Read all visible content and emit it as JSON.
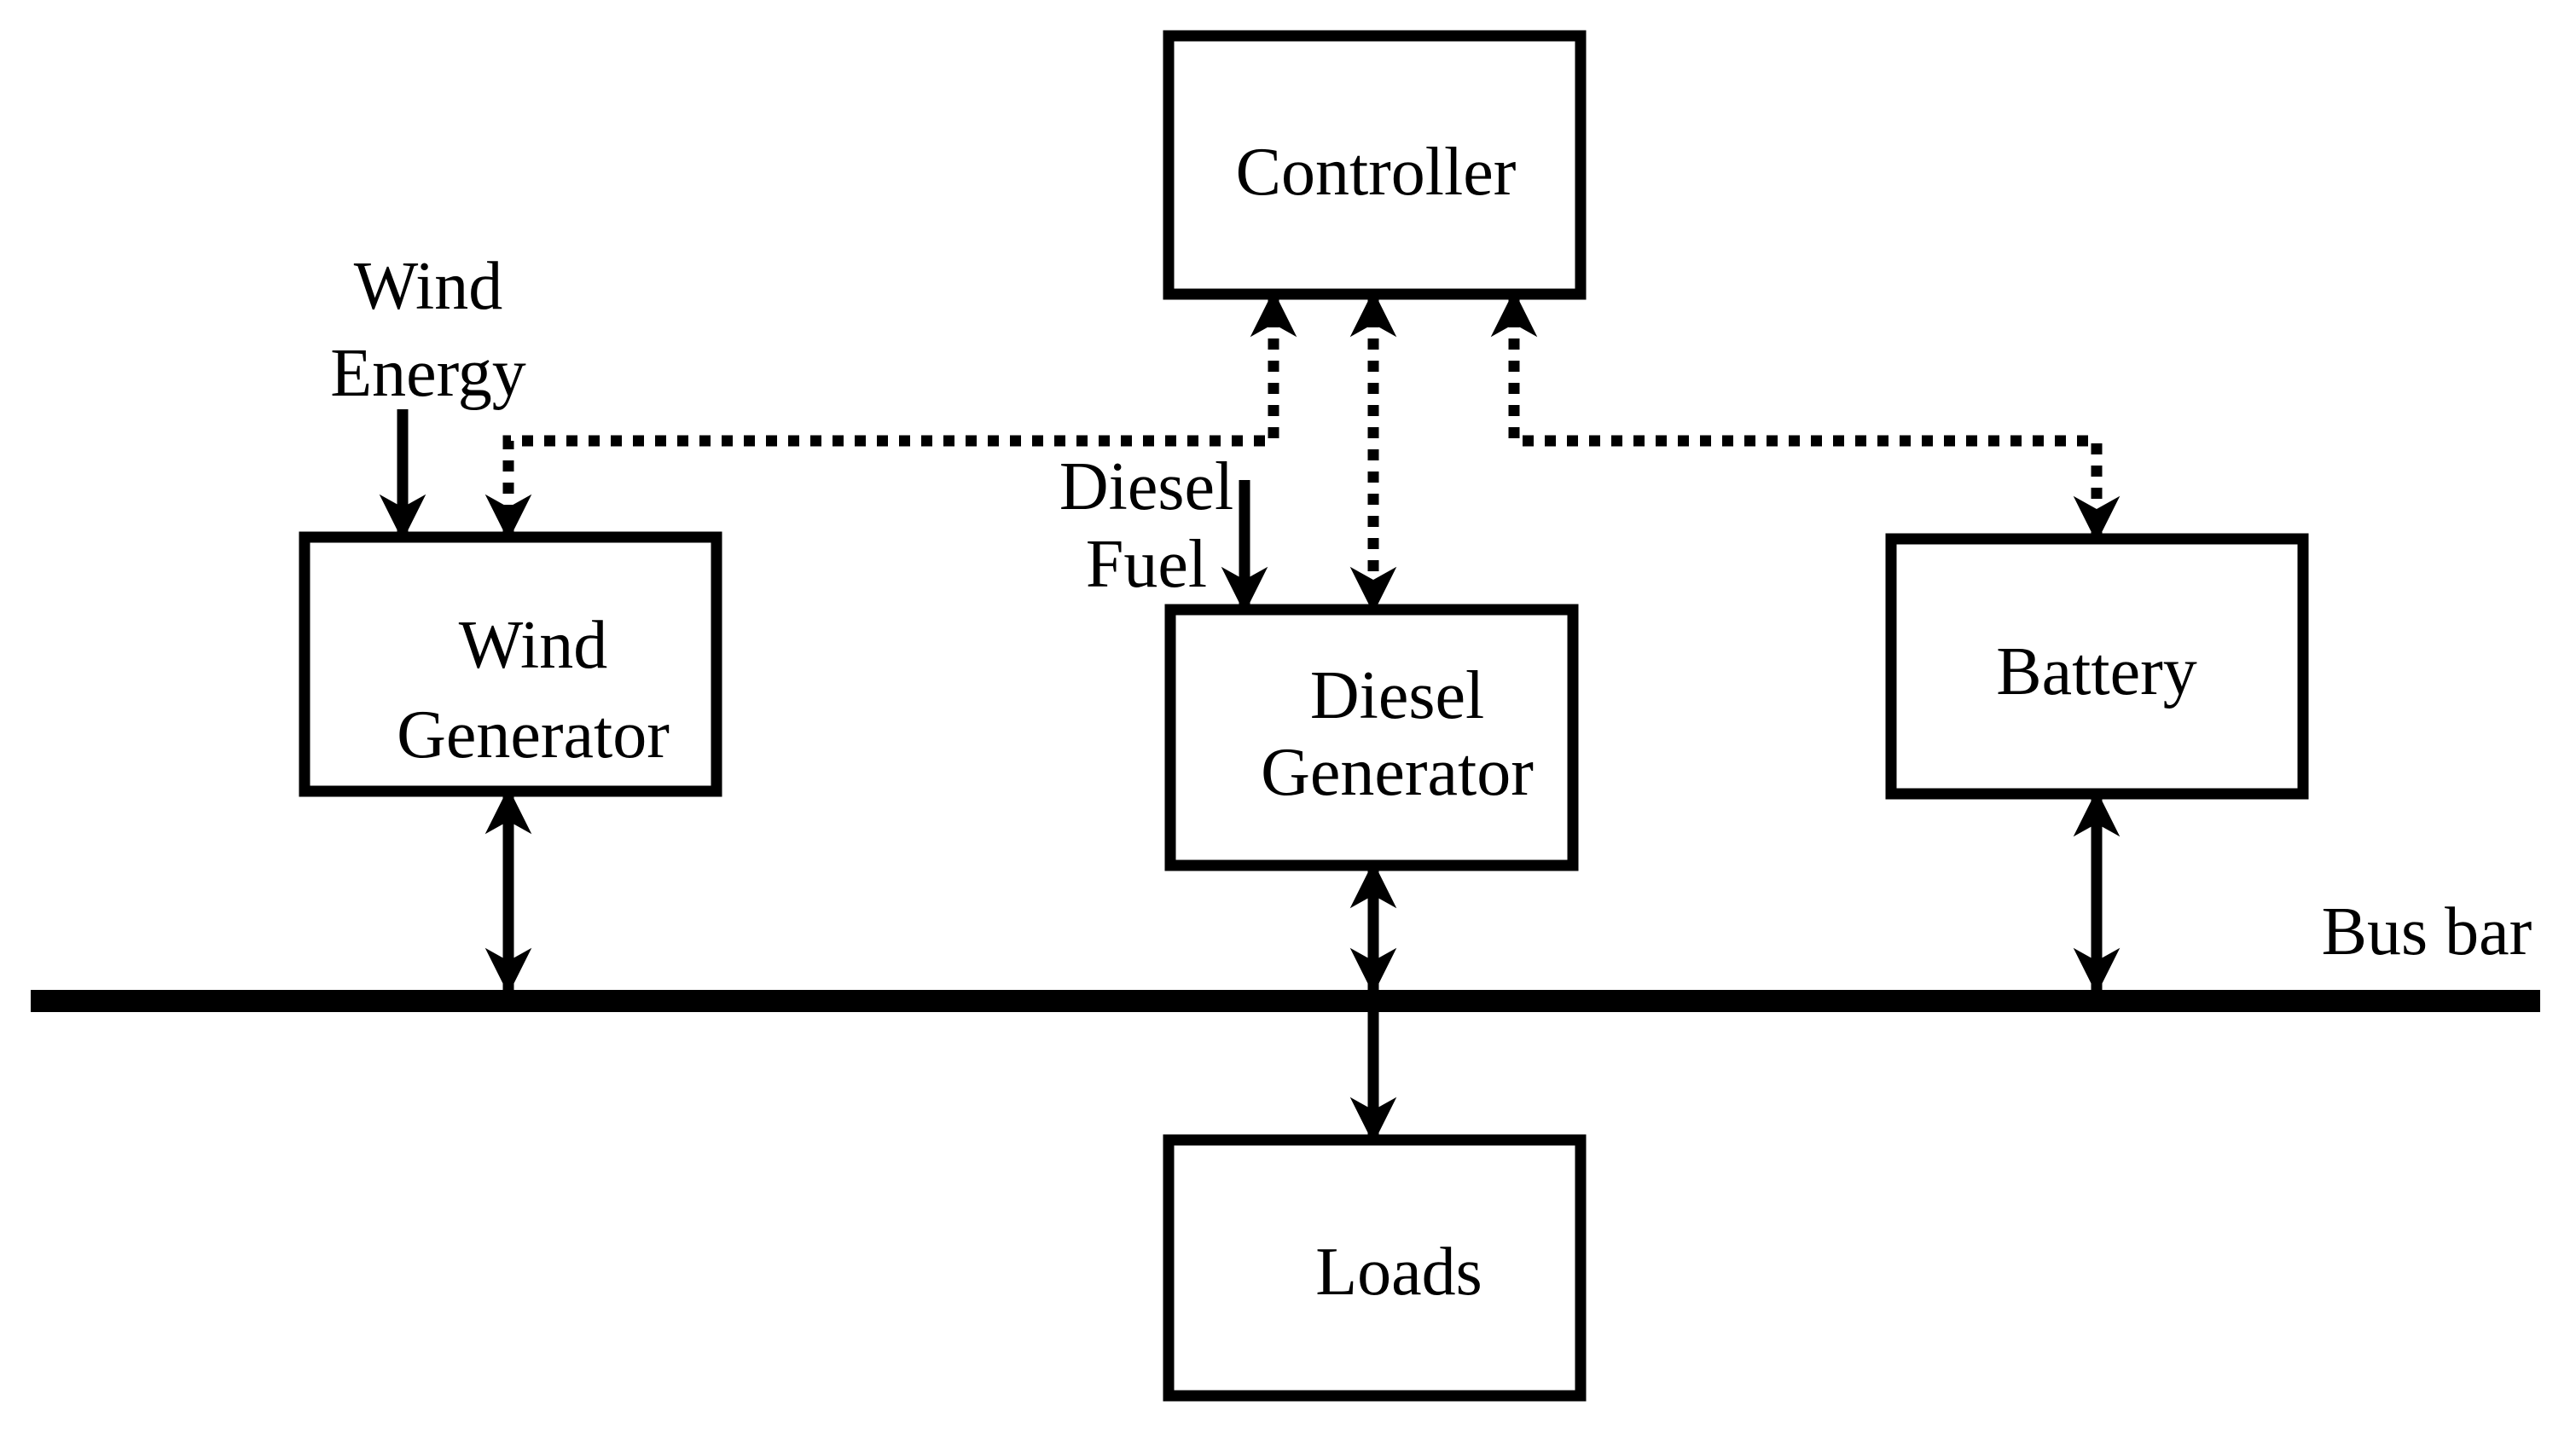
{
  "diagram": {
    "type": "block-diagram",
    "subject": "Hybrid wind-diesel power system with controller, battery storage and bus bar",
    "colors": {
      "line": "#000000",
      "background": "#ffffff"
    },
    "nodes": {
      "controller": {
        "label": "Controller"
      },
      "wind_generator": {
        "line1": "Wind",
        "line2": "Generator"
      },
      "diesel_generator": {
        "line1": "Diesel",
        "line2": "Generator"
      },
      "battery": {
        "label": "Battery"
      },
      "loads": {
        "label": "Loads"
      }
    },
    "annotations": {
      "wind_energy": {
        "line1": "Wind",
        "line2": "Energy"
      },
      "diesel_fuel": {
        "line1": "Diesel",
        "line2": "Fuel"
      },
      "bus_bar": {
        "label": "Bus bar"
      }
    },
    "edges": [
      {
        "from": "controller",
        "to": "wind_generator",
        "style": "dotted",
        "bidirectional": true
      },
      {
        "from": "controller",
        "to": "diesel_generator",
        "style": "dotted",
        "bidirectional": true
      },
      {
        "from": "controller",
        "to": "battery",
        "style": "dotted",
        "bidirectional": true
      },
      {
        "from": "wind_energy",
        "to": "wind_generator",
        "style": "solid",
        "bidirectional": false
      },
      {
        "from": "diesel_fuel",
        "to": "diesel_generator",
        "style": "solid",
        "bidirectional": false
      },
      {
        "from": "wind_generator",
        "to": "bus_bar",
        "style": "solid",
        "bidirectional": true
      },
      {
        "from": "diesel_generator",
        "to": "bus_bar",
        "style": "solid",
        "bidirectional": true
      },
      {
        "from": "battery",
        "to": "bus_bar",
        "style": "solid",
        "bidirectional": true
      },
      {
        "from": "bus_bar",
        "to": "loads",
        "style": "solid",
        "bidirectional": false
      }
    ]
  }
}
